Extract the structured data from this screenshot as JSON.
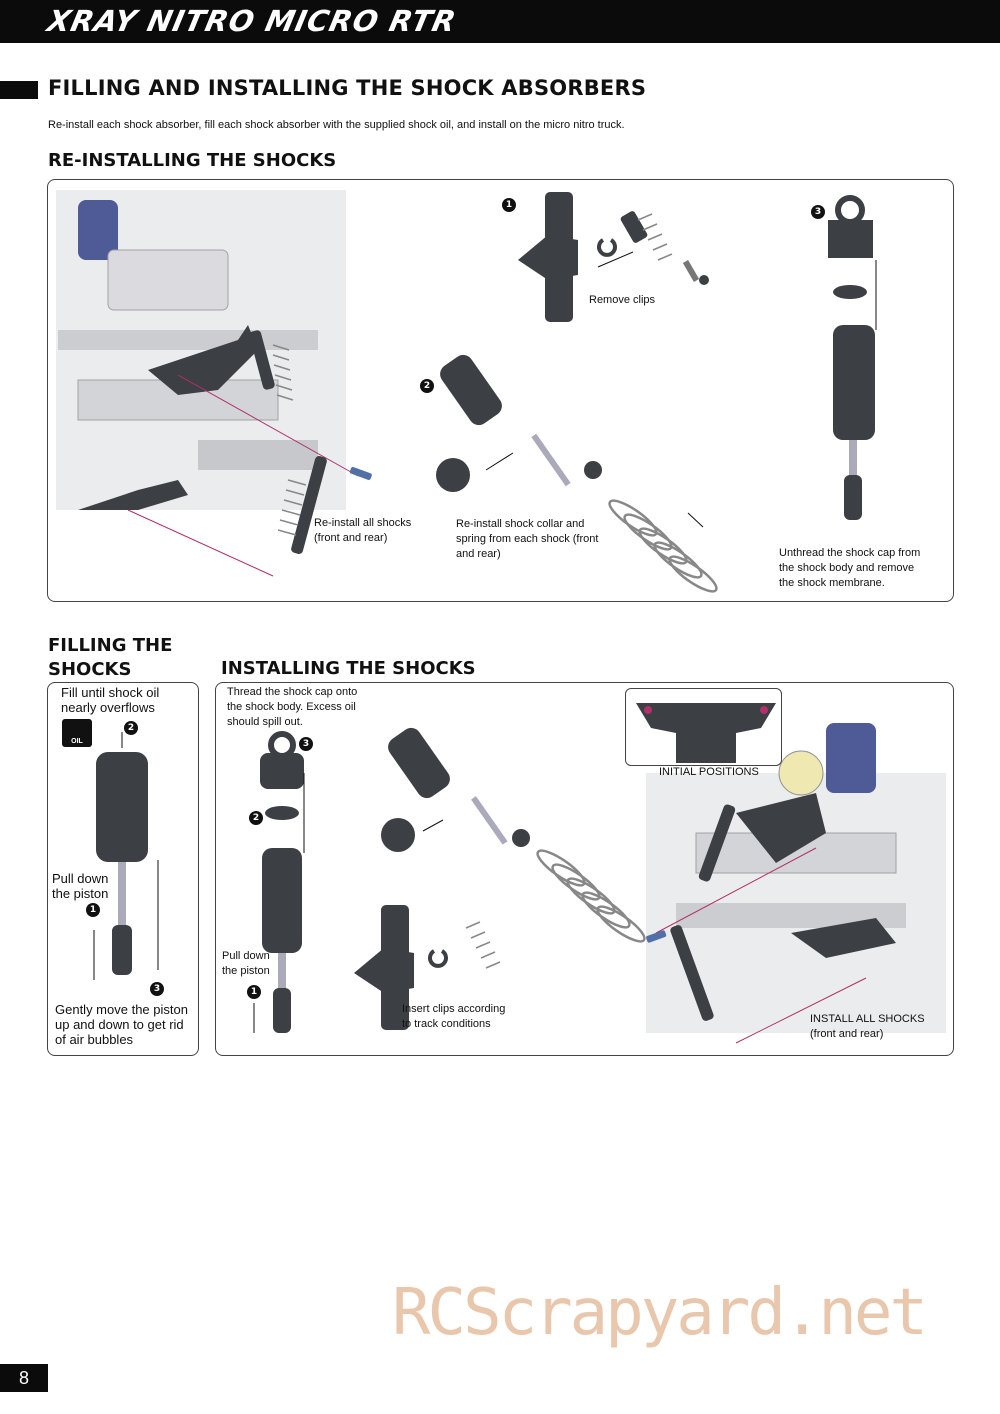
{
  "header": {
    "brand": "XRAY NITRO MICRO RTR"
  },
  "section": {
    "title": "FILLING AND INSTALLING THE SHOCK ABSORBERS",
    "intro": "Re-install each shock absorber, fill each shock absorber with the supplied shock oil, and install on the micro nitro truck."
  },
  "reinstall": {
    "title": "RE-INSTALLING THE SHOCKS",
    "step_numbers": [
      "1",
      "2",
      "3"
    ],
    "captions": {
      "remove_clips": "Remove clips",
      "reinstall_all_1": "Re-install all shocks",
      "reinstall_all_2": "(front and rear)",
      "collar_1": "Re-install shock collar and",
      "collar_2": "spring from each shock (front",
      "collar_3": "and rear)",
      "unthread_1": "Unthread the shock cap from",
      "unthread_2": "the shock body and remove",
      "unthread_3": "the shock membrane."
    }
  },
  "filling": {
    "title_1": "FILLING  THE",
    "title_2": "SHOCKS",
    "oil_icon_label": "OIL",
    "step_numbers": [
      "1",
      "2",
      "3"
    ],
    "captions": {
      "fill_1": "Fill until shock oil",
      "fill_2": "nearly overflows",
      "pull_1": "Pull down",
      "pull_2": "the piston",
      "gently_1": "Gently move the piston",
      "gently_2": "up and down to get rid",
      "gently_3": "of air bubbles"
    }
  },
  "installing": {
    "title": "INSTALLING THE SHOCKS",
    "step_numbers": [
      "1",
      "2",
      "3"
    ],
    "captions": {
      "thread_1": "Thread the shock cap onto",
      "thread_2": "the shock body. Excess oil",
      "thread_3": "should spill out.",
      "pull_1": "Pull down",
      "pull_2": "the piston",
      "insert_1": "Insert clips according",
      "insert_2": "to track conditions",
      "initial": "INITIAL POSITIONS",
      "install_all_1": "INSTALL ALL  SHOCKS",
      "install_all_2": "(front and rear)"
    }
  },
  "footer": {
    "page_number": "8",
    "watermark": "RCScrapyard.net"
  },
  "colors": {
    "bar": "#0b0b0b",
    "part_gray": "#3c3f44",
    "line_magenta": "#b0306a",
    "watermark": "#e9c7ad"
  }
}
